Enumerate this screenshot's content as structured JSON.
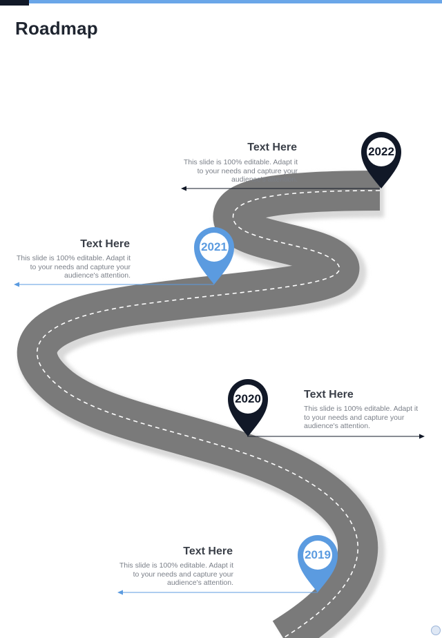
{
  "page": {
    "title": "Roadmap"
  },
  "colors": {
    "accent_blue": "#5b9be0",
    "dark_navy": "#111827",
    "road_gray": "#7a7a7a",
    "road_shadow": "#dcdcdc"
  },
  "milestones": [
    {
      "year": "2022",
      "title": "Text Here",
      "description": "This slide is 100% editable. Adapt it to your needs and capture your audience's attention.",
      "pin_style": "dark"
    },
    {
      "year": "2021",
      "title": "Text Here",
      "description": "This slide is 100% editable. Adapt it to your needs and capture your audience's attention.",
      "pin_style": "blue"
    },
    {
      "year": "2020",
      "title": "Text Here",
      "description": "This slide is 100% editable. Adapt it to your needs and capture your audience's attention.",
      "pin_style": "dark"
    },
    {
      "year": "2019",
      "title": "Text Here",
      "description": "This slide is 100% editable. Adapt it to your needs and capture your audience's attention.",
      "pin_style": "blue"
    }
  ]
}
